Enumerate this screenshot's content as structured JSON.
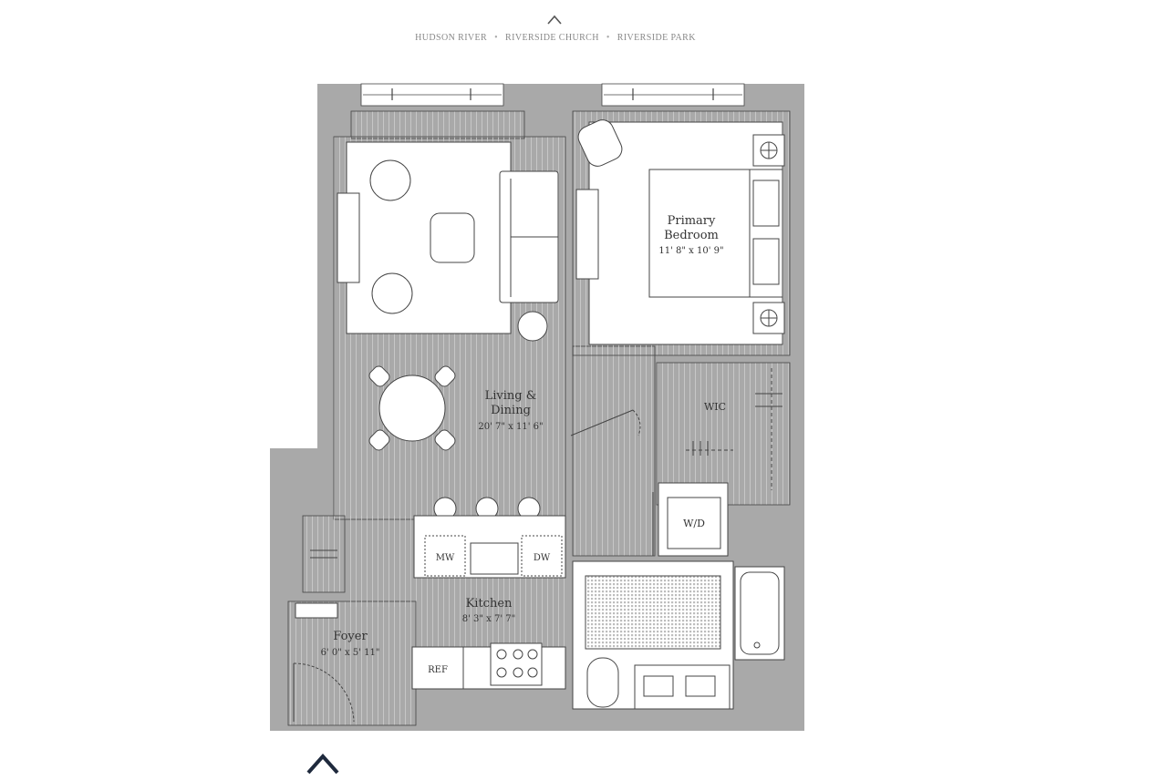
{
  "views": [
    "HUDSON RIVER",
    "RIVERSIDE CHURCH",
    "RIVERSIDE PARK"
  ],
  "view_separator": "•",
  "rooms": {
    "primary_bedroom": {
      "name_line1": "Primary",
      "name_line2": "Bedroom",
      "dims": "11' 8\" x 10' 9\""
    },
    "living_dining": {
      "name_line1": "Living &",
      "name_line2": "Dining",
      "dims": "20' 7\" x 11' 6\""
    },
    "kitchen": {
      "name": "Kitchen",
      "dims": "8' 3\" x 7' 7\""
    },
    "foyer": {
      "name": "Foyer",
      "dims": "6' 0\" x 5' 11\""
    },
    "wic": {
      "name": "WIC"
    },
    "wd": {
      "name": "W/D"
    }
  },
  "appliances": {
    "mw": "MW",
    "dw": "DW",
    "ref": "REF"
  },
  "colors": {
    "wall": "#a9a9a9",
    "line": "#444444",
    "floor": "#ffffff",
    "caret": "#1f2a3d"
  },
  "icons": {
    "north_indicator": "caret-up-icon",
    "entry_indicator": "caret-up-icon"
  }
}
